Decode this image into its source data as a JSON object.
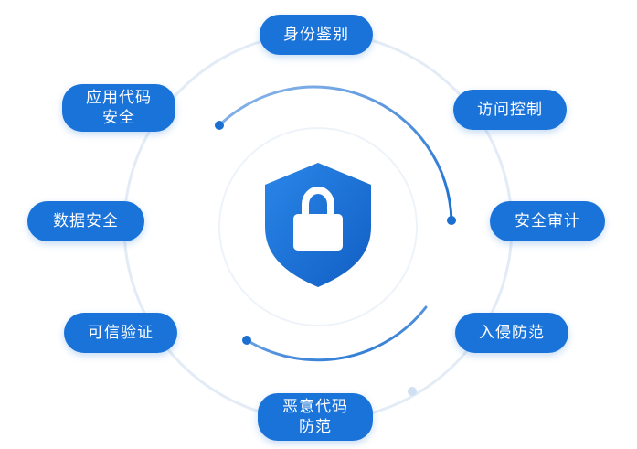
{
  "center": {
    "icon": "shield-lock-icon"
  },
  "colors": {
    "accent": "#1a73d9",
    "ring_light": "#dfe9f5",
    "ring_arc": "#1a6fd0"
  },
  "labels": {
    "identity": "身份鉴别",
    "access": "访问控制",
    "audit": "安全审计",
    "intrusion": "入侵防范",
    "malware": "恶意代码\n防范",
    "trusted": "可信验证",
    "data": "数据安全",
    "app": "应用代码\n安全"
  }
}
